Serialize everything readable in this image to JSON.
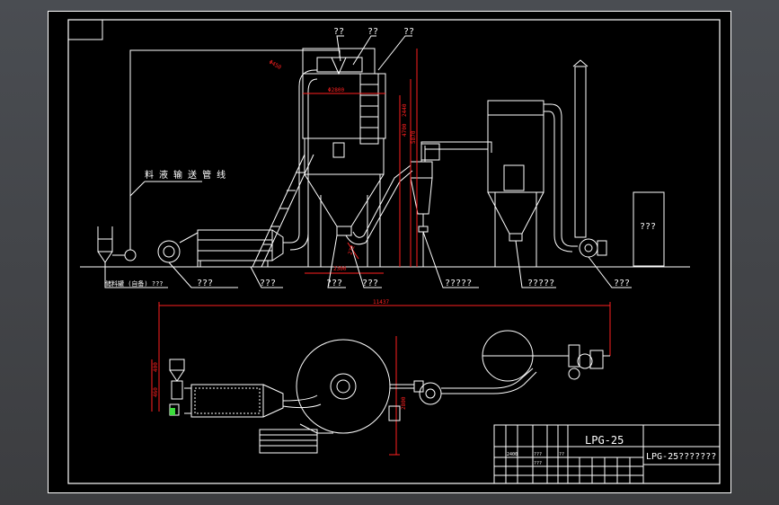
{
  "viewport": {
    "name": "cad-drawing-viewport"
  },
  "upper_view": {
    "top_labels": [
      "??",
      "??",
      "??"
    ],
    "feed_pipe_label": "料 液 输 送 管 线",
    "bottom_labels": [
      "储料罐 (自备)  ???",
      "???",
      "???",
      "???",
      "???",
      "?????",
      "?????",
      "???"
    ],
    "cabinet_label": "???",
    "dims": {
      "d_width": "2300",
      "d_h1": "2440",
      "d_h2": "4700",
      "d_h3": "5870",
      "d_top": "Φ2800",
      "d_pipe": "Φ450",
      "d_small": "272"
    }
  },
  "lower_view": {
    "dims": {
      "total_length": "11437",
      "depth": "2800",
      "d_left1": "400",
      "d_left2": "460"
    }
  },
  "title_block": {
    "model": "LPG-25",
    "drawing_title": "LPG-25???????",
    "small_marks": [
      "2400",
      "???",
      "???",
      "??"
    ]
  },
  "colors": {
    "line": "#ffffff",
    "dimension": "#ff2020",
    "frame": "#ffffff",
    "background": "#000000",
    "marker": "#3cdc3c",
    "viewport_bg": "#4a4d52"
  }
}
